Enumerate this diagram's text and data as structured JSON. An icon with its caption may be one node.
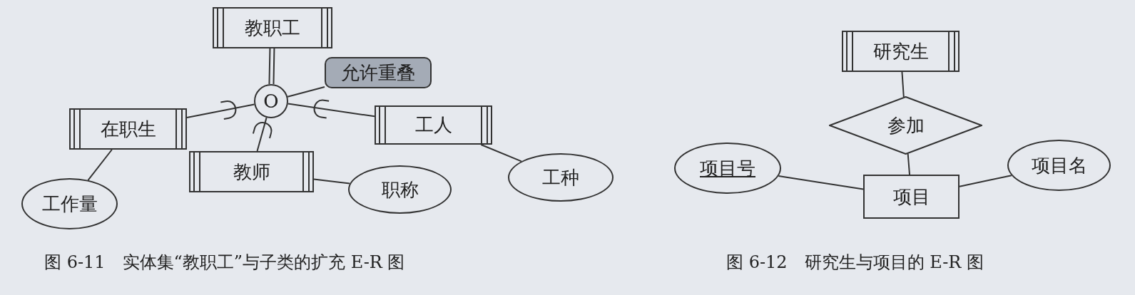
{
  "diagram": {
    "nodes": [
      {
        "text": [
          "教职工"
        ]
      },
      {
        "text": [
          "O"
        ]
      },
      {
        "text": [
          "允许重叠"
        ]
      },
      {
        "text": [
          "在职生"
        ]
      },
      {
        "text": [
          "工人"
        ]
      },
      {
        "text": [
          "教师"
        ]
      },
      {
        "text": [
          "工作量"
        ]
      },
      {
        "text": [
          "职称"
        ]
      },
      {
        "text": [
          "工种"
        ]
      },
      {
        "text": [
          "研究生"
        ]
      },
      {
        "text": [
          "参加"
        ]
      },
      {
        "text": [
          "项目号"
        ]
      },
      {
        "text": [
          "项目"
        ]
      },
      {
        "text": [
          "项目名"
        ]
      }
    ],
    "edges": [
      {
        "from": 0,
        "to": 1,
        "arrow": "none"
      },
      {
        "from": 1,
        "to": 2,
        "arrow": "none"
      },
      {
        "from": 1,
        "to": 3,
        "arrow": "none"
      },
      {
        "from": 1,
        "to": 5,
        "arrow": "none"
      },
      {
        "from": 1,
        "to": 4,
        "arrow": "none"
      },
      {
        "from": 3,
        "to": 6,
        "arrow": "none"
      },
      {
        "from": 5,
        "to": 7,
        "arrow": "none"
      },
      {
        "from": 4,
        "to": 8,
        "arrow": "none"
      },
      {
        "from": 9,
        "to": 10,
        "arrow": "none"
      },
      {
        "from": 10,
        "to": 12,
        "arrow": "none"
      },
      {
        "from": 11,
        "to": 12,
        "arrow": "none"
      },
      {
        "from": 12,
        "to": 13,
        "arrow": "none"
      }
    ],
    "labels": [
      "图 6-11　实体集“教职工”与子类的扩充 E-R 图",
      "图 6-12　研究生与项目的 E-R 图"
    ]
  }
}
